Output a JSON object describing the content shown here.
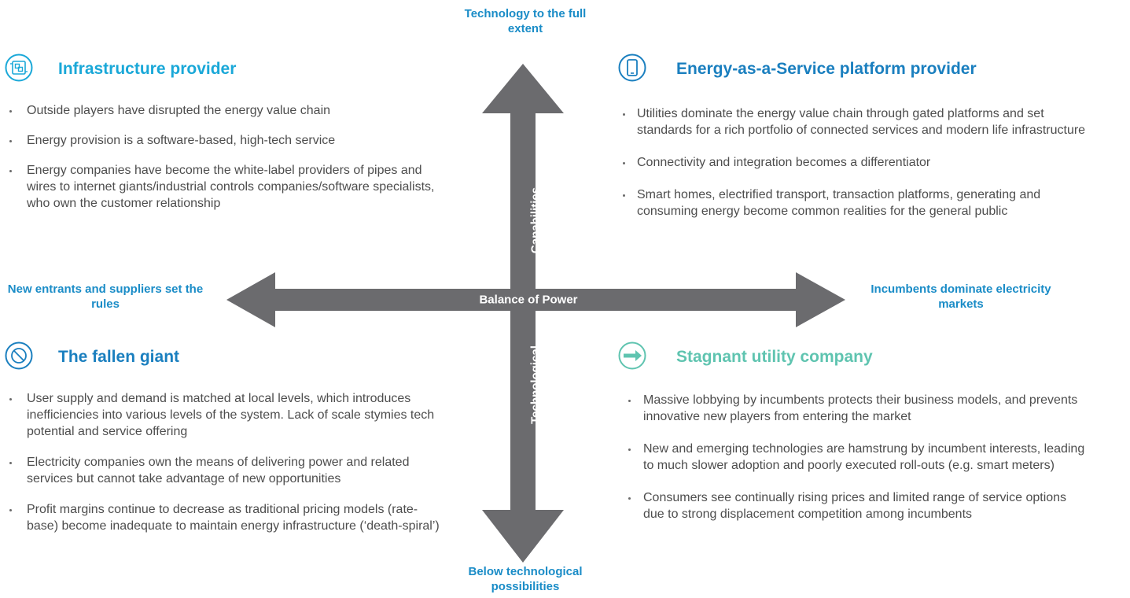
{
  "axes": {
    "top": "Technology to the full extent",
    "bottom": "Below technological possibilities",
    "left": "New entrants and suppliers set the rules",
    "right": "Incumbents dominate electricity markets",
    "horizontal_arrow_label": "Balance of Power",
    "vertical_arrow_label_upper": "Capabilities",
    "vertical_arrow_label_lower": "Technological"
  },
  "colors": {
    "arrow": "#6b6b6e",
    "axis_text": "#1a8cc7",
    "title_cyan": "#1aa8d8",
    "title_blue": "#1a7fbf",
    "title_teal": "#5fc4b0"
  },
  "quadrants": {
    "top_left": {
      "icon": "grid-building-icon",
      "title": "Infrastructure provider",
      "bullets": [
        "Outside players have disrupted the energy value chain",
        "Energy provision is a software-based, high-tech service",
        "Energy companies have become the white-label providers of pipes and wires to internet giants/industrial controls companies/software specialists, who own the customer relationship"
      ]
    },
    "top_right": {
      "icon": "smartphone-icon",
      "title": "Energy-as-a-Service platform provider",
      "bullets": [
        "Utilities dominate the energy value chain through gated platforms and set standards for a rich portfolio of connected services and modern life infrastructure",
        "Connectivity and integration becomes a differentiator",
        "Smart homes, electrified transport, transaction platforms, generating and consuming energy become common realities for the general public"
      ]
    },
    "bottom_left": {
      "icon": "prohibited-icon",
      "title": "The fallen giant",
      "bullets": [
        "User supply and demand is matched at local levels, which introduces inefficiencies into various levels of the system. Lack of scale stymies tech potential and service offering",
        "Electricity companies own the means of delivering power and related services but cannot take advantage of new opportunities",
        "Profit margins continue to decrease as traditional pricing models (rate-base) become inadequate to maintain energy infrastructure (‘death-spiral’)"
      ]
    },
    "bottom_right": {
      "icon": "arrow-right-icon",
      "title": "Stagnant utility company",
      "bullets": [
        "Massive lobbying by incumbents protects their business models, and prevents innovative new players from entering the market",
        "New and emerging technologies are hamstrung by incumbent interests, leading to much slower adoption and poorly executed roll-outs (e.g. smart meters)",
        "Consumers see continually rising prices and limited range of service options due to strong displacement competition among incumbents"
      ]
    }
  }
}
